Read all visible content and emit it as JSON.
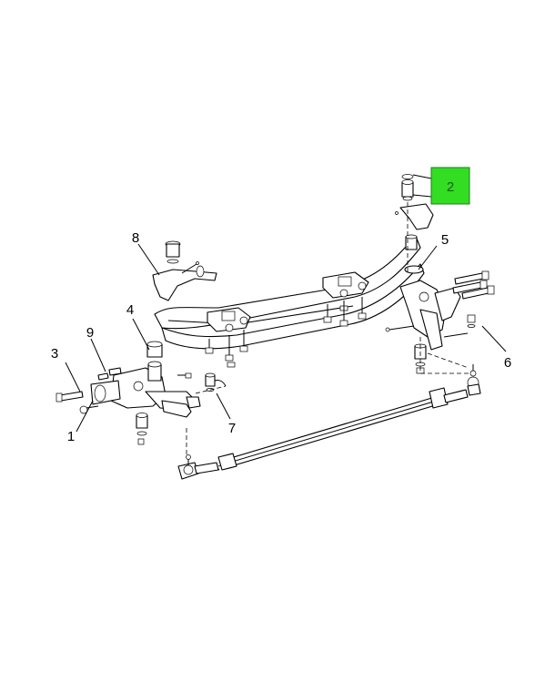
{
  "callouts": [
    {
      "id": "1",
      "label": "1"
    },
    {
      "id": "2",
      "label": "2",
      "highlighted": true
    },
    {
      "id": "3",
      "label": "3"
    },
    {
      "id": "4",
      "label": "4"
    },
    {
      "id": "5",
      "label": "5"
    },
    {
      "id": "6",
      "label": "6"
    },
    {
      "id": "7",
      "label": "7"
    },
    {
      "id": "8",
      "label": "8"
    },
    {
      "id": "9",
      "label": "9"
    }
  ],
  "colors": {
    "highlight_fill": "#33dd22",
    "highlight_border": "#1f7a1f",
    "line": "#000000"
  },
  "footer": {
    "left": "",
    "right": ""
  }
}
